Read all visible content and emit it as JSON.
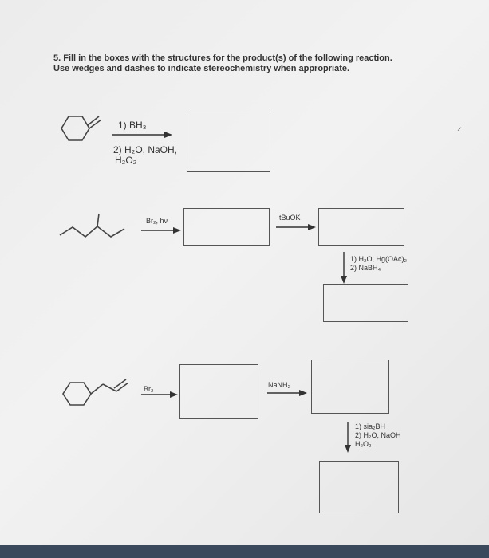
{
  "question": {
    "line1": "5. Fill in the boxes with the structures for the product(s) of the following reaction.",
    "line2": "Use wedges and dashes to indicate stereochemistry when appropriate."
  },
  "reaction1": {
    "step1": "1) BH₃",
    "step2a": "2) H₂O, NaOH,",
    "step2b": "H₂O₂"
  },
  "reaction2": {
    "reagent1": "Br₂, hν",
    "reagent2": "tBuOK",
    "reagent3a": "1) H₂O, Hg(OAc)₂",
    "reagent3b": "2) NaBH₄"
  },
  "reaction3": {
    "reagent1": "Br₂",
    "reagent2": "NaNH₂",
    "reagent3a": "1) sia₂BH",
    "reagent3b": "2) H₂O, NaOH",
    "reagent3c": "H₂O₂"
  },
  "answer_box_count": 7
}
